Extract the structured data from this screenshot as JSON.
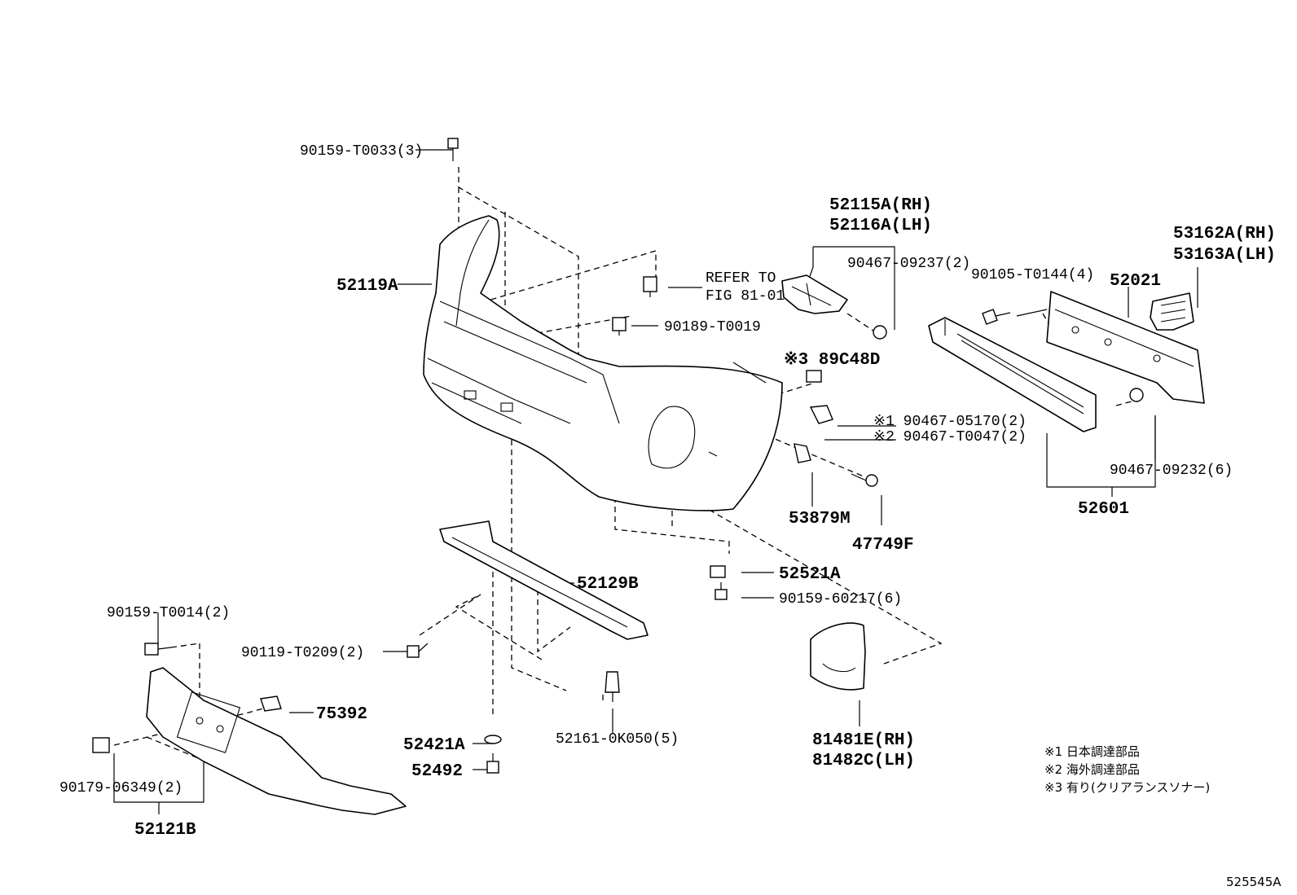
{
  "callouts": [
    {
      "id": "c01",
      "text": "90159-T0033(3)"
    },
    {
      "id": "c02",
      "text": "52119A"
    },
    {
      "id": "c03",
      "text": "REFER TO"
    },
    {
      "id": "c04",
      "text": "FIG 81-01"
    },
    {
      "id": "c05",
      "text": "90189-T0019"
    },
    {
      "id": "c06",
      "text": "52115A(RH)"
    },
    {
      "id": "c07",
      "text": "52116A(LH)"
    },
    {
      "id": "c08",
      "text": "90467-09237(2)"
    },
    {
      "id": "c09",
      "text": "90105-T0144(4)"
    },
    {
      "id": "c10",
      "text": "52021"
    },
    {
      "id": "c11",
      "text": "53162A(RH)"
    },
    {
      "id": "c12",
      "text": "53163A(LH)"
    },
    {
      "id": "c13",
      "text": "※3 89C48D"
    },
    {
      "id": "c14",
      "text": "※1 90467-05170(2)"
    },
    {
      "id": "c15",
      "text": "※2 90467-T0047(2)"
    },
    {
      "id": "c16",
      "text": "90467-09232(6)"
    },
    {
      "id": "c17",
      "text": "52601"
    },
    {
      "id": "c18",
      "text": "53879M"
    },
    {
      "id": "c19",
      "text": "47749F"
    },
    {
      "id": "c20",
      "text": "52521A"
    },
    {
      "id": "c21",
      "text": "90159-60217(6)"
    },
    {
      "id": "c22",
      "text": "52129B"
    },
    {
      "id": "c23",
      "text": "90159-T0014(2)"
    },
    {
      "id": "c24",
      "text": "90119-T0209(2)"
    },
    {
      "id": "c25",
      "text": "75392"
    },
    {
      "id": "c26",
      "text": "52421A"
    },
    {
      "id": "c27",
      "text": "52492"
    },
    {
      "id": "c28",
      "text": "52161-0K050(5)"
    },
    {
      "id": "c29",
      "text": "81481E(RH)"
    },
    {
      "id": "c30",
      "text": "81482C(LH)"
    },
    {
      "id": "c31",
      "text": "90179-06349(2)"
    },
    {
      "id": "c32",
      "text": "52121B"
    }
  ],
  "notes": [
    "※1  日本調達部品",
    "※2  海外調達部品",
    "※3  有り(クリアランスソナー)"
  ],
  "illustration_id": "525545A"
}
